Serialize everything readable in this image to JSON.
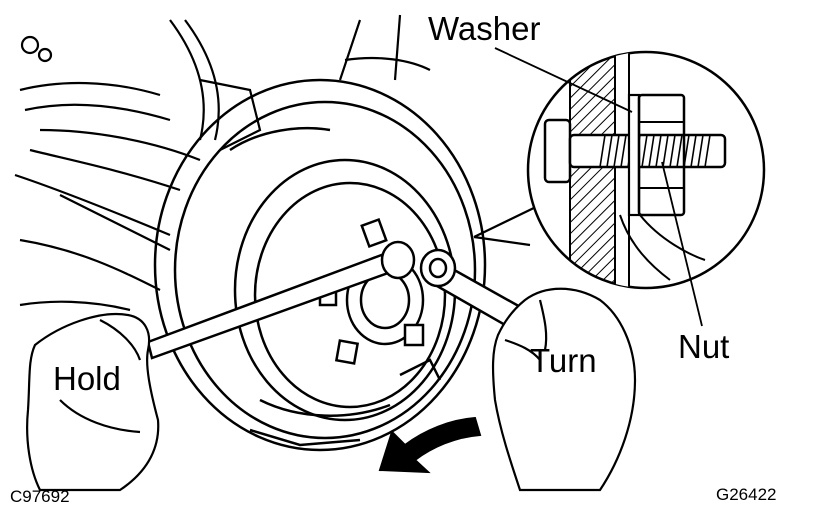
{
  "labels": {
    "washer": "Washer",
    "nut": "Nut",
    "hold": "Hold",
    "turn": "Turn"
  },
  "codes": {
    "left": "C97692",
    "right": "G26422"
  },
  "colors": {
    "ink": "#000000",
    "paper": "#ffffff"
  }
}
